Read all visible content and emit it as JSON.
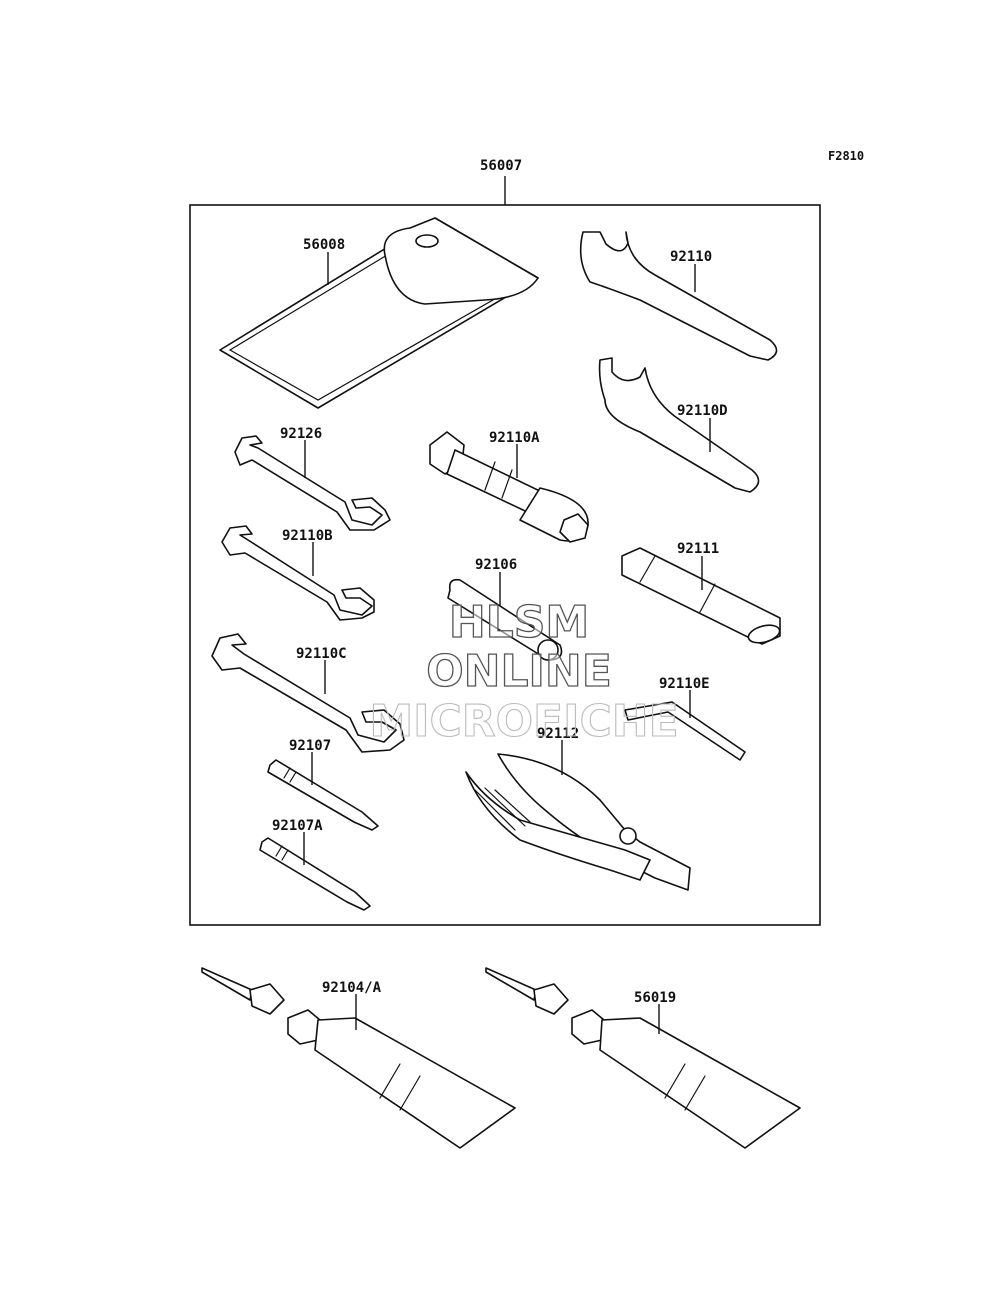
{
  "figure_code": "F2810",
  "kit_part": "56007",
  "parts": {
    "p56008": "56008",
    "p92110": "92110",
    "p92110D": "92110D",
    "p92126": "92126",
    "p92110A": "92110A",
    "p92110B": "92110B",
    "p92106": "92106",
    "p92111": "92111",
    "p92110C": "92110C",
    "p92110E": "92110E",
    "p92107": "92107",
    "p92112": "92112",
    "p92107A": "92107A",
    "p92104A": "92104/A",
    "p56019": "56019"
  },
  "watermark": {
    "line1": "HLSM",
    "line2": "ONLINE",
    "line3": "MICROFICHE"
  }
}
